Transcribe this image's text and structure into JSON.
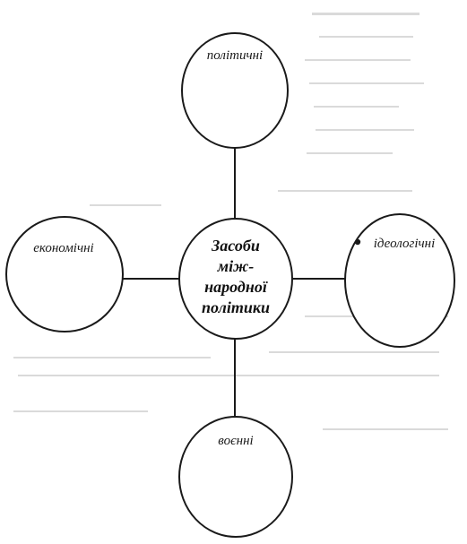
{
  "center": {
    "lines": [
      "Засоби",
      "між-",
      "народної",
      "політики"
    ]
  },
  "nodes": {
    "top": {
      "label": "політичні"
    },
    "left": {
      "label": "економічні"
    },
    "right": {
      "label": "ідеологічні"
    },
    "bottom": {
      "label": "воєнні"
    }
  },
  "colors": {
    "stroke": "#1a1a1a",
    "background": "#ffffff",
    "bleed_through": "#bdbdbd"
  }
}
